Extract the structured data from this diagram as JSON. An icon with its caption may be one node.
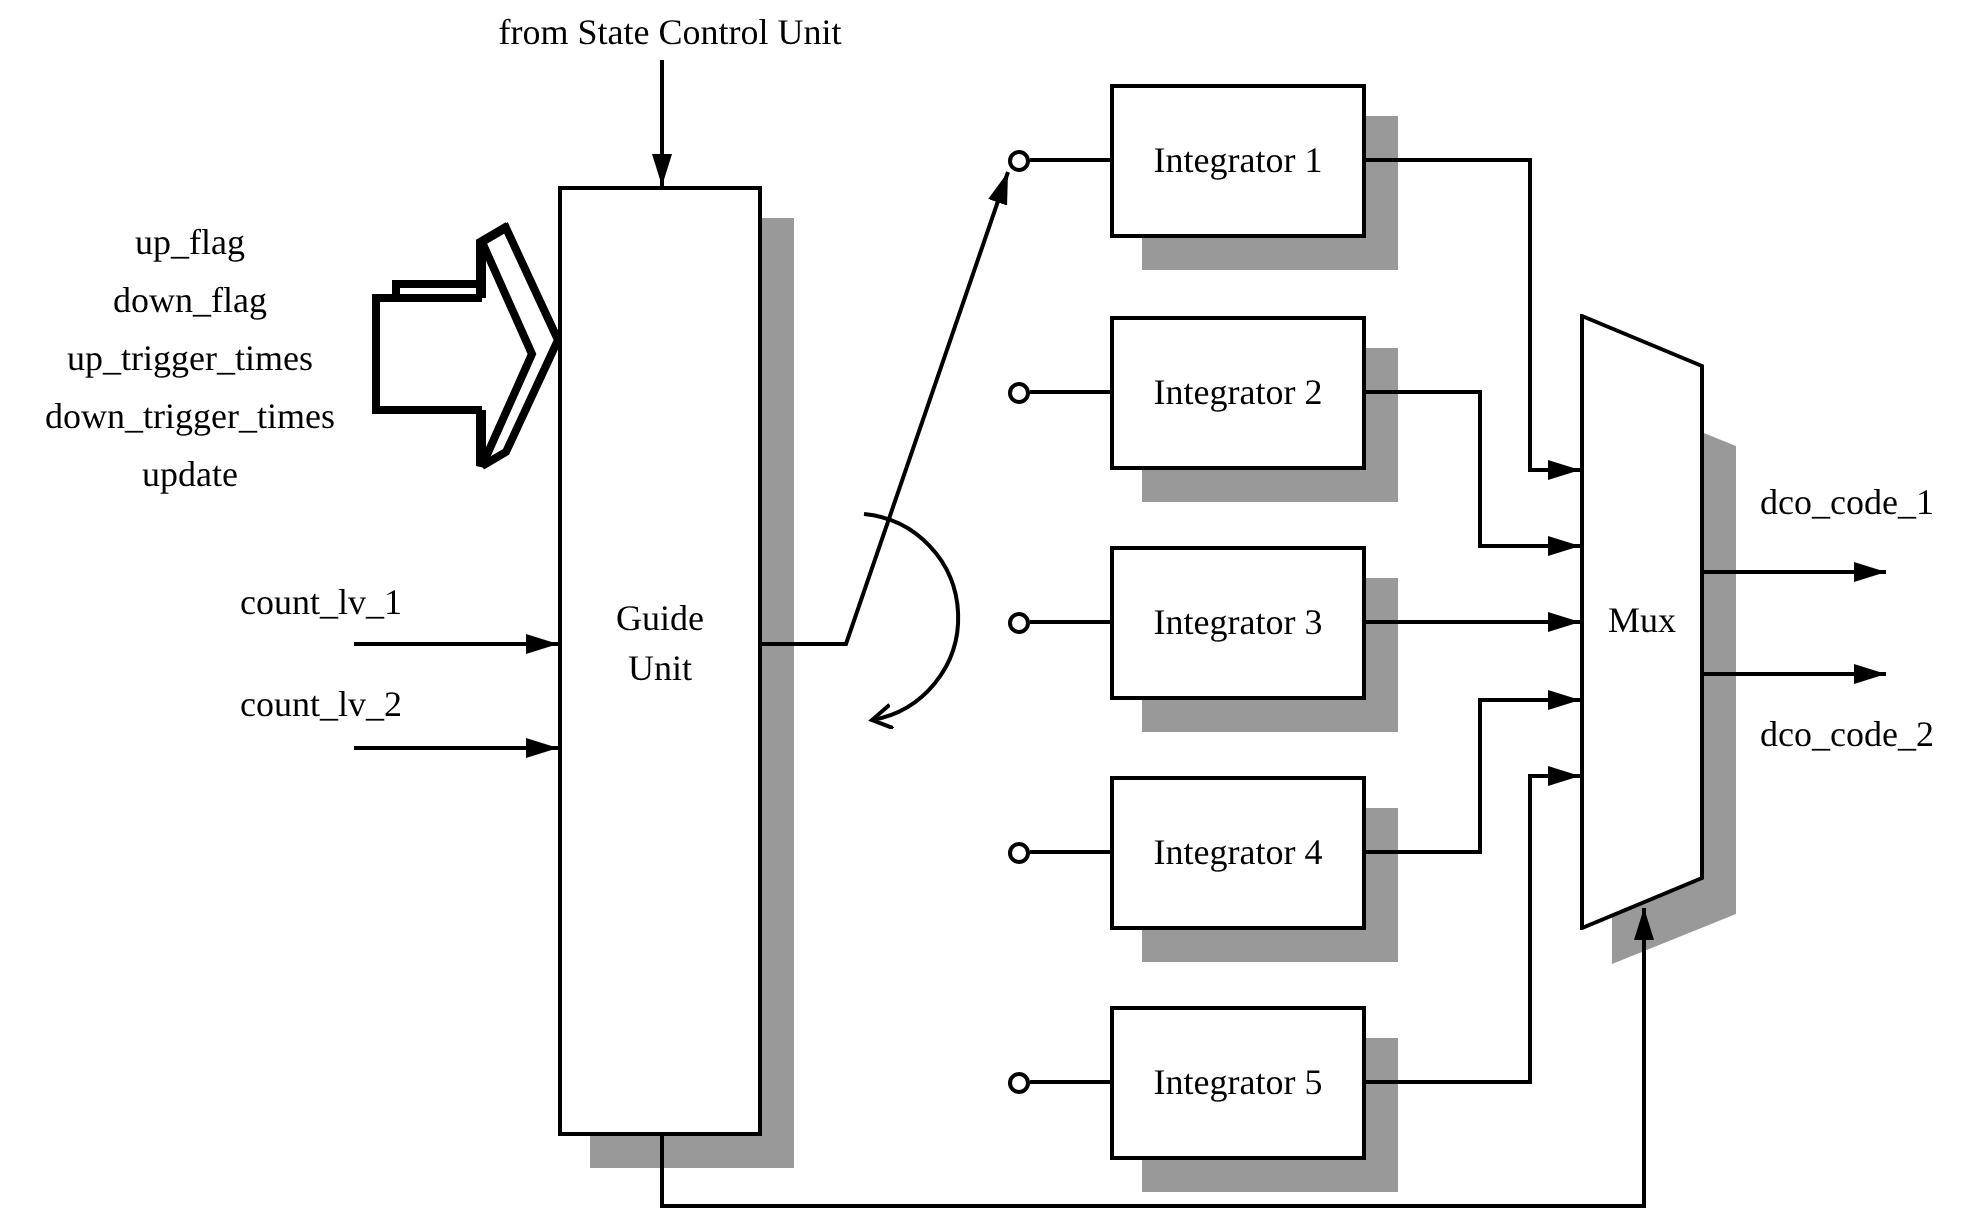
{
  "diagram": {
    "nodes": [
      {
        "text": [
          "from State Control Unit"
        ]
      },
      {
        "text": [
          "up_flag",
          "down_flag",
          "up_trigger_times",
          "down_trigger_times",
          "update"
        ]
      },
      {
        "text": [
          "Guide Unit"
        ]
      },
      {
        "text": [
          "Integrator 1"
        ]
      },
      {
        "text": [
          "Integrator 2"
        ]
      },
      {
        "text": [
          "Integrator 3"
        ]
      },
      {
        "text": [
          "Integrator 4"
        ]
      },
      {
        "text": [
          "Integrator 5"
        ]
      },
      {
        "text": [
          "Mux"
        ]
      },
      {
        "text": [],
        "shape": "circle"
      },
      {
        "text": [],
        "shape": "circle"
      },
      {
        "text": [],
        "shape": "circle"
      },
      {
        "text": [],
        "shape": "circle"
      },
      {
        "text": [],
        "shape": "circle"
      }
    ],
    "edges": [
      {
        "from": 0,
        "to": 2,
        "arrow": "to"
      },
      {
        "from": 1,
        "to": 2,
        "arrow": "to",
        "style": "thick"
      },
      {
        "from": null,
        "to": 2,
        "arrow": "to",
        "label": "count_lv_1"
      },
      {
        "from": null,
        "to": 2,
        "arrow": "to",
        "label": "count_lv_2"
      },
      {
        "from": 2,
        "to": 9,
        "arrow": "to"
      },
      {
        "from": 9,
        "to": 3,
        "arrow": "none"
      },
      {
        "from": 10,
        "to": 4,
        "arrow": "none"
      },
      {
        "from": 11,
        "to": 5,
        "arrow": "none"
      },
      {
        "from": 12,
        "to": 6,
        "arrow": "none"
      },
      {
        "from": 13,
        "to": 7,
        "arrow": "none"
      },
      {
        "from": 3,
        "to": 8,
        "arrow": "to"
      },
      {
        "from": 4,
        "to": 8,
        "arrow": "to"
      },
      {
        "from": 5,
        "to": 8,
        "arrow": "to"
      },
      {
        "from": 6,
        "to": 8,
        "arrow": "to"
      },
      {
        "from": 7,
        "to": 8,
        "arrow": "to"
      },
      {
        "from": 8,
        "to": null,
        "arrow": "to",
        "label": "dco_code_1"
      },
      {
        "from": 8,
        "to": null,
        "arrow": "to",
        "label": "dco_code_2"
      },
      {
        "from": 2,
        "to": 8,
        "arrow": "to"
      }
    ]
  }
}
